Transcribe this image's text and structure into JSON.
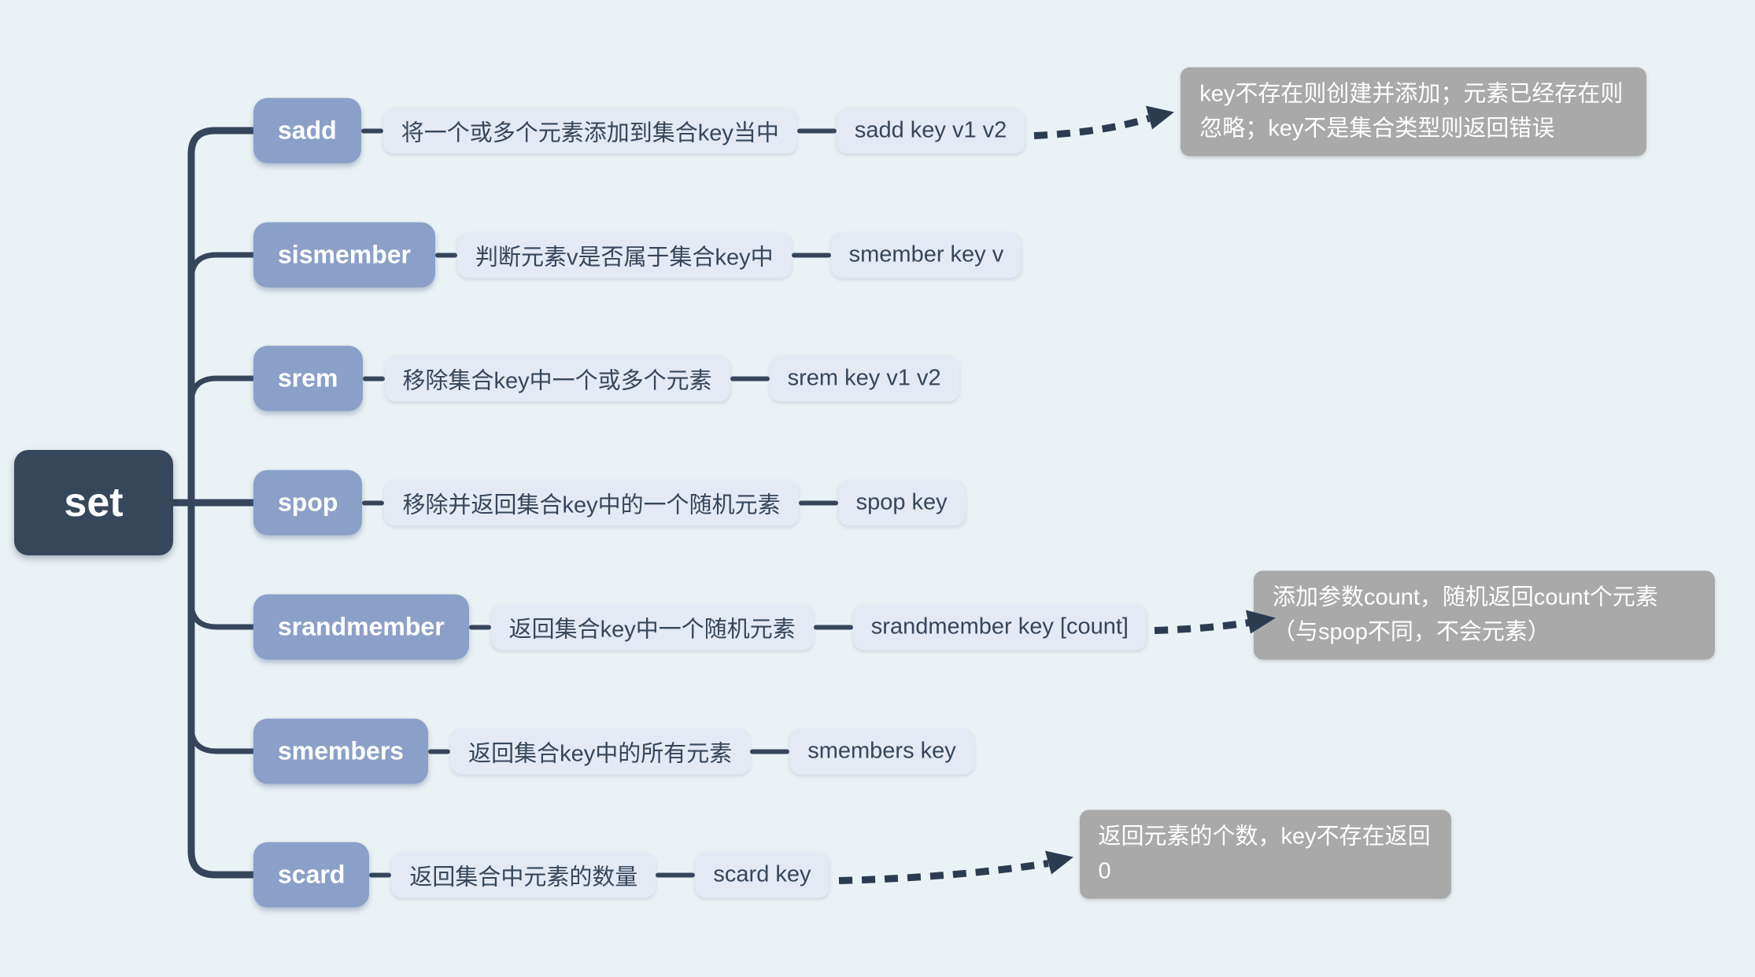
{
  "root": {
    "label": "set"
  },
  "colors": {
    "background": "#EBF2F5",
    "root_bg": "#37475B",
    "branch_bg": "#8BA0C8",
    "pill_bg": "#E4E9F3",
    "note_bg": "#A9A9A9",
    "line": "#36455A",
    "arrow": "#2C3C50",
    "text_dark": "#36455A",
    "text_light": "#FFFFFF"
  },
  "branches": [
    {
      "name": "sadd",
      "desc": "将一个或多个元素添加到集合key当中",
      "cmd": "sadd key v1 v2",
      "note": "key不存在则创建并添加；元素已经存在则忽略；key不是集合类型则返回错误"
    },
    {
      "name": "sismember",
      "desc": "判断元素v是否属于集合key中",
      "cmd": "smember key v"
    },
    {
      "name": "srem",
      "desc": "移除集合key中一个或多个元素",
      "cmd": "srem key v1 v2"
    },
    {
      "name": "spop",
      "desc": "移除并返回集合key中的一个随机元素",
      "cmd": "spop key"
    },
    {
      "name": "srandmember",
      "desc": "返回集合key中一个随机元素",
      "cmd": "srandmember key [count]",
      "note": "添加参数count，随机返回count个元素（与spop不同，不会元素）"
    },
    {
      "name": "smembers",
      "desc": "返回集合key中的所有元素",
      "cmd": "smembers key"
    },
    {
      "name": "scard",
      "desc": "返回集合中元素的数量",
      "cmd": "scard key",
      "note": "返回元素的个数，key不存在返回0"
    }
  ]
}
